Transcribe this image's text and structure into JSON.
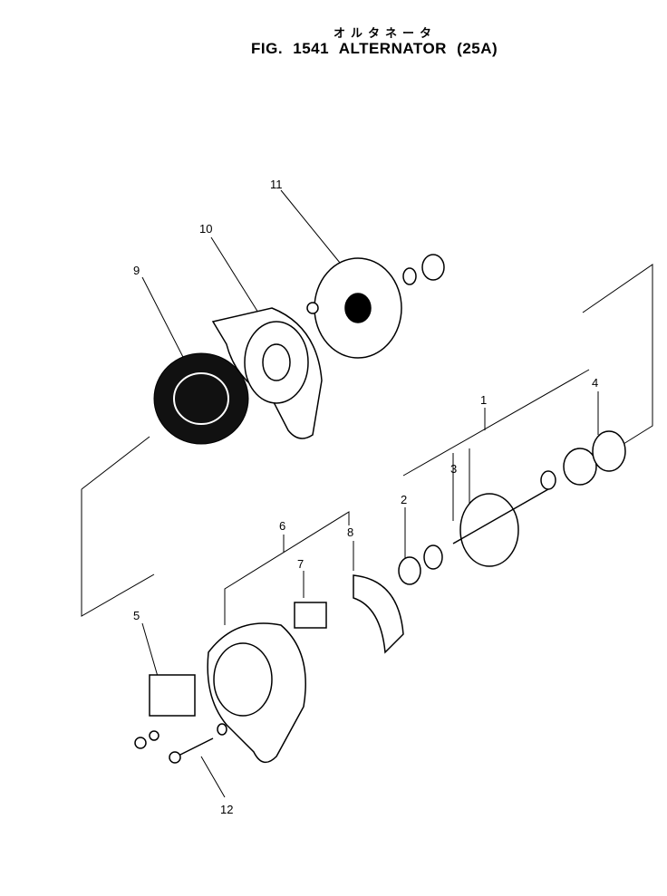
{
  "header": {
    "subtitle_jp": "オルタネータ",
    "title": "FIG. 1541  ALTERNATOR (25A)"
  },
  "callouts": {
    "c1": "1",
    "c2": "2",
    "c3": "3",
    "c4": "4",
    "c5": "5",
    "c6": "6",
    "c7": "7",
    "c8": "8",
    "c9": "9",
    "c10": "10",
    "c11": "11",
    "c12": "12"
  }
}
